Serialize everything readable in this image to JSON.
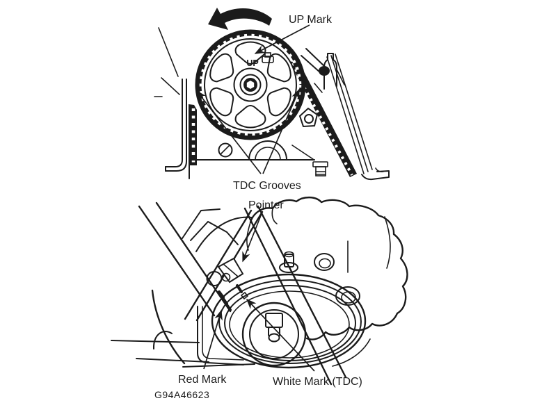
{
  "figure": {
    "id_code": "G94A46623",
    "background_color": "#ffffff",
    "line_color": "#1b1b1b"
  },
  "top_diagram": {
    "title_semantic": "camshaft-sprocket-timing-marks",
    "labels": {
      "up_mark": "UP Mark",
      "up_stamp": "UP",
      "tdc_grooves": "TDC Grooves"
    },
    "icons": {
      "rotation_arrow": "curved-arrow-counterclockwise"
    }
  },
  "bottom_diagram": {
    "title_semantic": "crankshaft-pulley-timing-marks",
    "labels": {
      "pointer": "Pointer",
      "red_mark": "Red Mark",
      "white_mark": "White Mark (TDC)"
    }
  }
}
